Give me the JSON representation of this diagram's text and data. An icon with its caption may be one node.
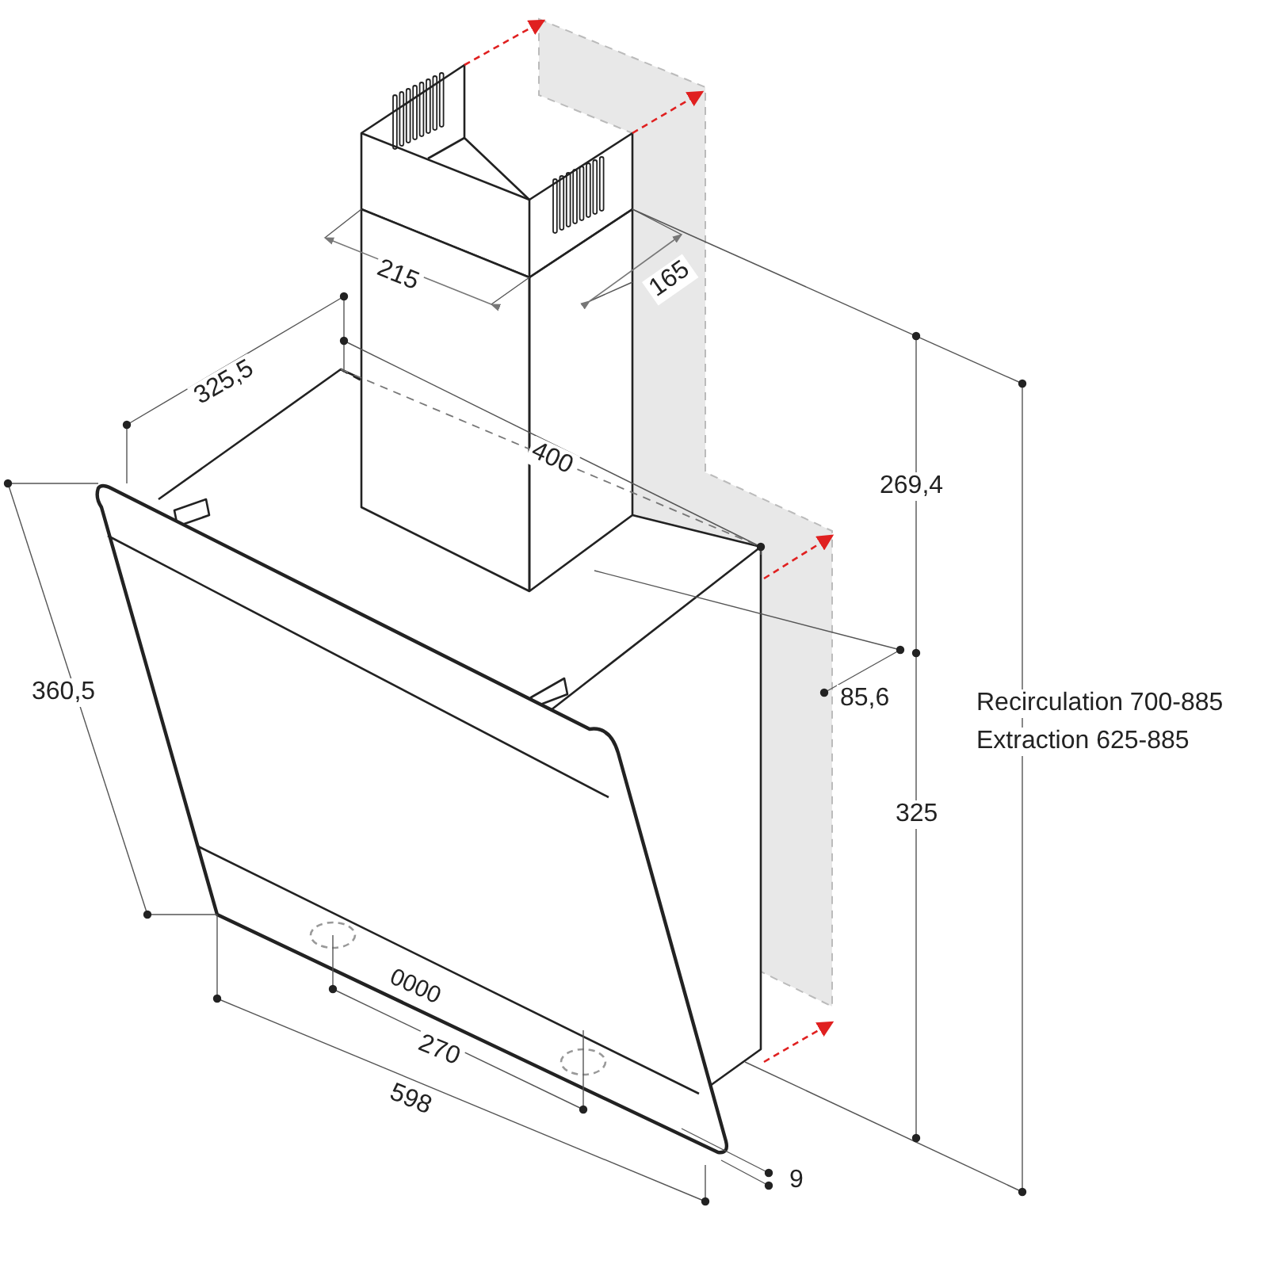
{
  "diagram": {
    "labels": [
      "215",
      "165",
      "325,5",
      "400",
      "269,4",
      "85,6",
      "360,5",
      "Recirculation 700-885",
      "Extraction 625-885",
      "325",
      "0000",
      "270",
      "598",
      "9"
    ]
  }
}
